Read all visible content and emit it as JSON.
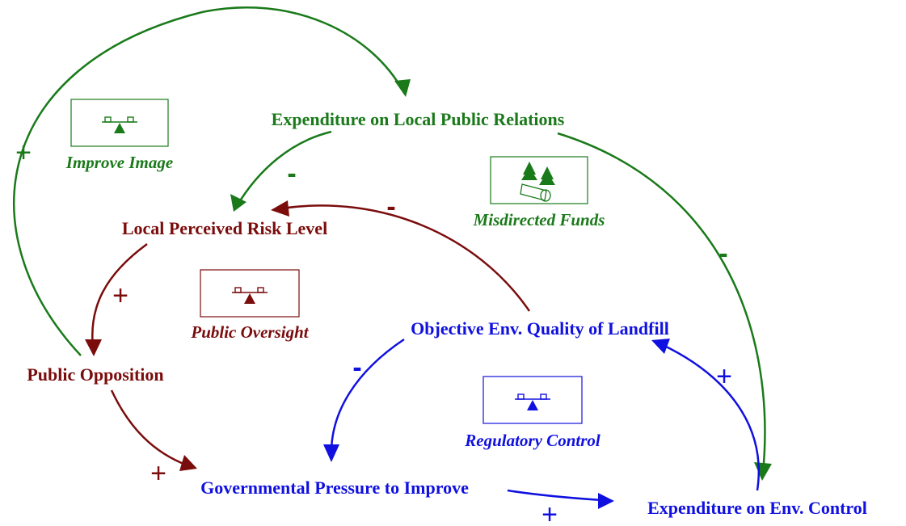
{
  "colors": {
    "green": "#1a7a1a",
    "maroon": "#7a0c0c",
    "blue": "#1010e0"
  },
  "nodes": {
    "expenditure_public_relations": "Expenditure on Local Public Relations",
    "local_perceived_risk": "Local Perceived Risk Level",
    "public_opposition": "Public Opposition",
    "objective_quality": "Objective Env. Quality of Landfill",
    "governmental_pressure": "Governmental Pressure to Improve",
    "expenditure_env_control": "Expenditure on Env. Control"
  },
  "loops": {
    "improve_image": {
      "label": "Improve Image",
      "icon": "balance-icon"
    },
    "misdirected_funds": {
      "label": "Misdirected Funds",
      "icon": "log-trees-icon"
    },
    "public_oversight": {
      "label": "Public Oversight",
      "icon": "balance-icon"
    },
    "regulatory_control": {
      "label": "Regulatory Control",
      "icon": "balance-icon"
    }
  },
  "polarities": {
    "opposition_to_pr": "+",
    "pr_to_risk": "-",
    "pr_to_env_control": "-",
    "quality_to_risk": "-",
    "risk_to_opposition": "+",
    "quality_to_pressure": "-",
    "env_control_to_quality": "+",
    "opposition_to_pressure": "+",
    "pressure_to_env_control": "+"
  }
}
